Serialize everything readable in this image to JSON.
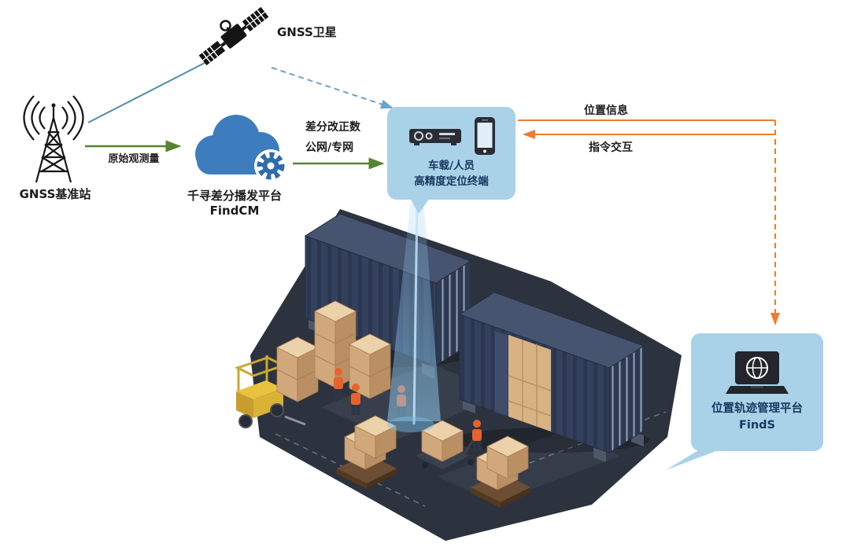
{
  "diagram": {
    "satellite_label": "GNSS卫星",
    "base_station_label": "GNSS基准站",
    "flow_raw_label": "原始观测量",
    "cloud": {
      "title": "千寻差分播发平台",
      "subtitle": "FindCM"
    },
    "flow_corrections": {
      "line1": "差分改正数",
      "line2": "公网/专网"
    },
    "terminal": {
      "line1": "车载/人员",
      "line2": "高精度定位终端"
    },
    "flow_position_label": "位置信息",
    "flow_command_label": "指令交互",
    "finds": {
      "title": "位置轨迹管理平台",
      "subtitle": "FindS"
    }
  },
  "icons": {
    "satellite": "satellite-icon",
    "base_station": "antenna-tower-icon",
    "cloud": "cloud-gear-icon",
    "receiver": "gnss-receiver-icon",
    "phone": "smartphone-icon",
    "laptop": "laptop-globe-icon"
  },
  "colors": {
    "bubble_bg": "#a9d2e8",
    "navy_text": "#17375e",
    "green_arrow": "#55862f",
    "orange_arrow": "#ed7d31",
    "cloud_blue": "#3e7dbd",
    "platform_dark": "#2d333e",
    "container_navy": "#34415c",
    "crate_tan": "#d9b283",
    "forklift_yellow": "#e9c23f",
    "beam_blue": "#7ec0e8"
  }
}
